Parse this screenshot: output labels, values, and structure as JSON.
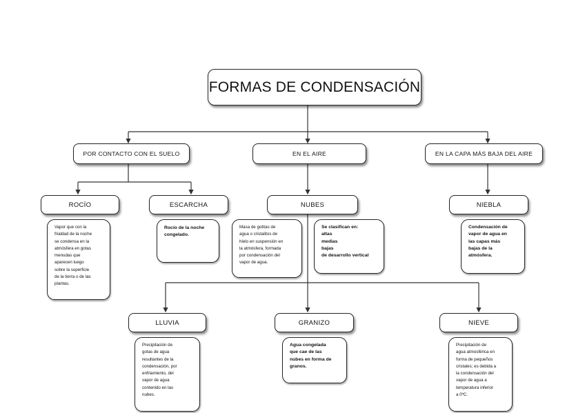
{
  "title": "FORMAS DE CONDENSACIÓN",
  "categories": {
    "suelo": "POR CONTACTO CON EL SUELO",
    "aire": "EN EL AIRE",
    "capa": "EN LA CAPA MÁS BAJA DEL AIRE"
  },
  "forms": {
    "rocio": "ROCÍO",
    "escarcha": "ESCARCHA",
    "nubes": "NUBES",
    "niebla": "NIEBLA",
    "lluvia": "LLUVIA",
    "granizo": "GRANIZO",
    "nieve": "NIEVE"
  },
  "descriptions": {
    "rocio": "Vapor que con la\nfrialdad de la noche\nse condensa en la\natmósfera en gotas\nmenudas que\naparecen luego\nsobre la superficie\nde la tierra o de las\nplantas.",
    "escarcha": "Rocío de la noche\ncongelado.",
    "nubes": "Masa de gotitas de\nagua o cristalitos de\nhielo en suspensión en\nla atmósfera, formada\npor condensación del\nvapor de agua.",
    "nubes_clasificacion": "Se clasifican en:\naltas\nmedias\nbajas\nde desarrollo vertical",
    "niebla": "Condensación de\nvapor de agua en\nlas capas más\nbajas de la\natmósfera.",
    "lluvia": "Precipitación de\ngotas de agua\nresultantes de la\ncondensación, por\nenfriamiento, del\nvapor de agua\ncontenido en las\nnubes.",
    "granizo": "Agua congelada\nque cae de las\nnubes en forma de\ngranos.",
    "nieve": "Precipitación de\nagua atmosférica en\nforma de pequeños\ncristales; es debida a\nla condensación del\nvapor de agua a\ntemperatura inferior\na 0ºC."
  },
  "colors": {
    "border": "#222222",
    "line": "#333333",
    "background": "#ffffff"
  }
}
